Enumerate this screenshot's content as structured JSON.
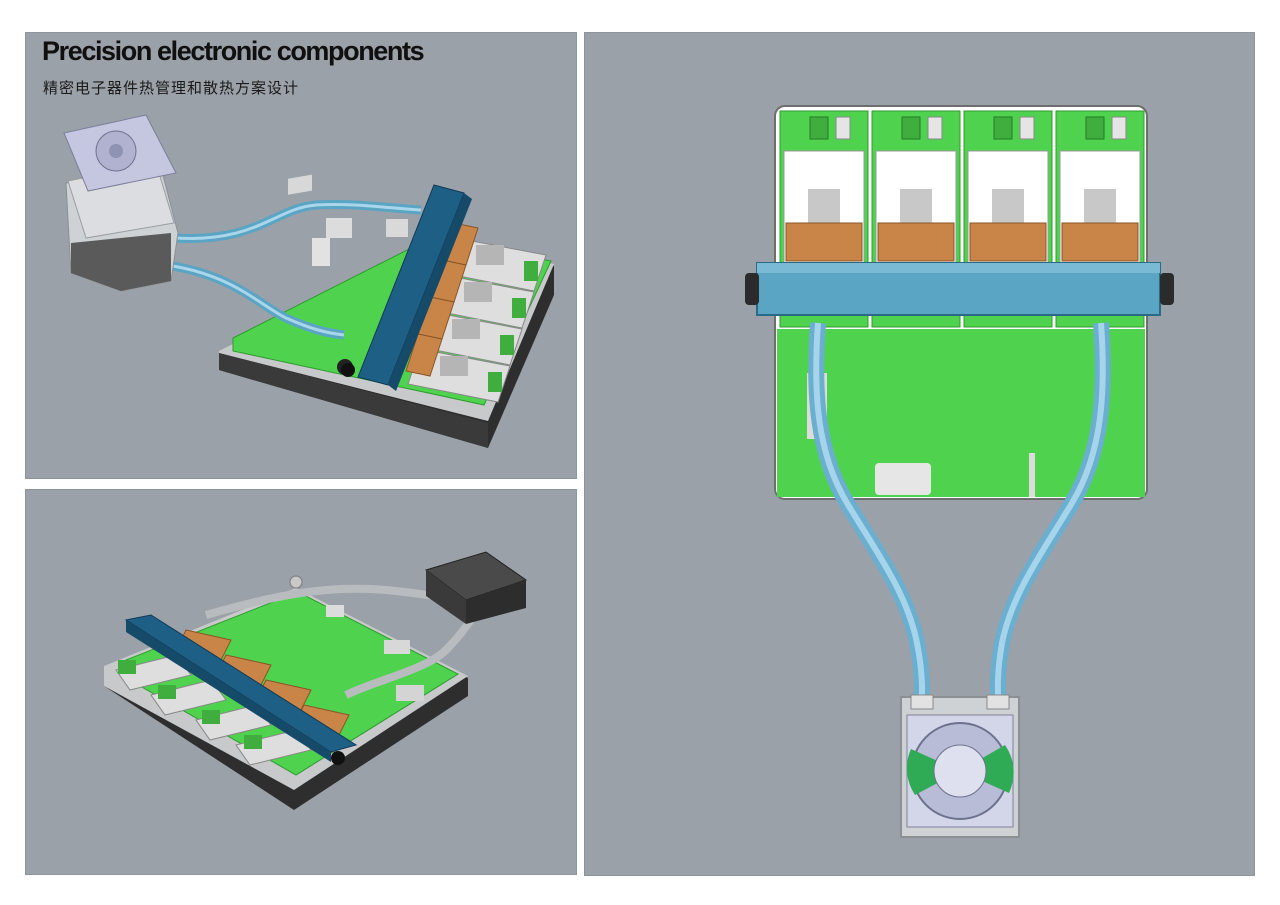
{
  "header": {
    "title": "Precision electronic components",
    "subtitle": "精密电子器件热管理和散热方案设计"
  },
  "palette": {
    "background": "#9ba1a8",
    "pcb_green": "#4fd34f",
    "manifold_blue": "#1e5f86",
    "manifold_light": "#5aa4c4",
    "tube_blue": "#8ec8e0",
    "copper_pad": "#c98548",
    "heatsink_gray": "#cfd2d4",
    "fan_lavender": "#c5c7e0",
    "cold_plate_dark": "#3a3a3a"
  },
  "views": [
    {
      "name": "isometric-view-with-fan-heatsink"
    },
    {
      "name": "rear-isometric-view-with-cold-plate"
    },
    {
      "name": "top-view-with-fan-heatsink"
    }
  ],
  "components": {
    "module_count": 4,
    "copper_pad_count": 4,
    "tube_count": 2
  }
}
